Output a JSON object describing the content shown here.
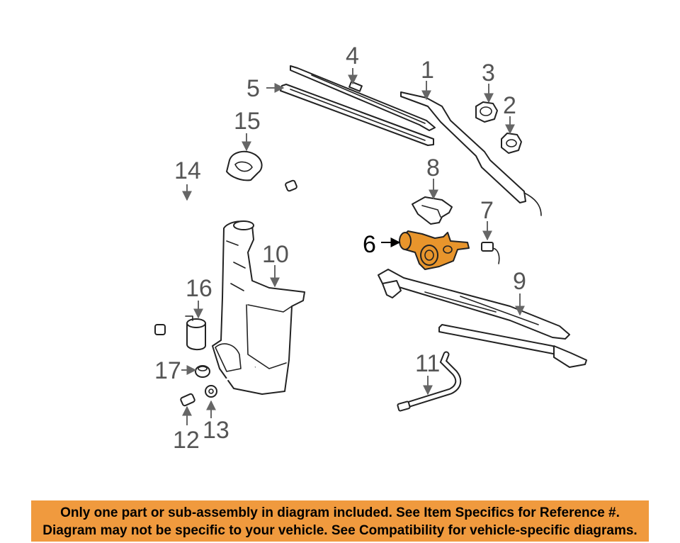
{
  "diagram": {
    "callouts": [
      "1",
      "2",
      "3",
      "4",
      "5",
      "6",
      "7",
      "8",
      "9",
      "10",
      "11",
      "12",
      "13",
      "14",
      "15",
      "16",
      "17"
    ],
    "highlight_color": "#e8952c",
    "highlighted_part": "6"
  },
  "notice": {
    "line1": "Only one part or sub-assembly in diagram included. See Item Specifics for Reference #.",
    "line2": "Diagram may not be specific to your vehicle. See Compatibility for vehicle-specific diagrams.",
    "background": "#f09a3e"
  }
}
